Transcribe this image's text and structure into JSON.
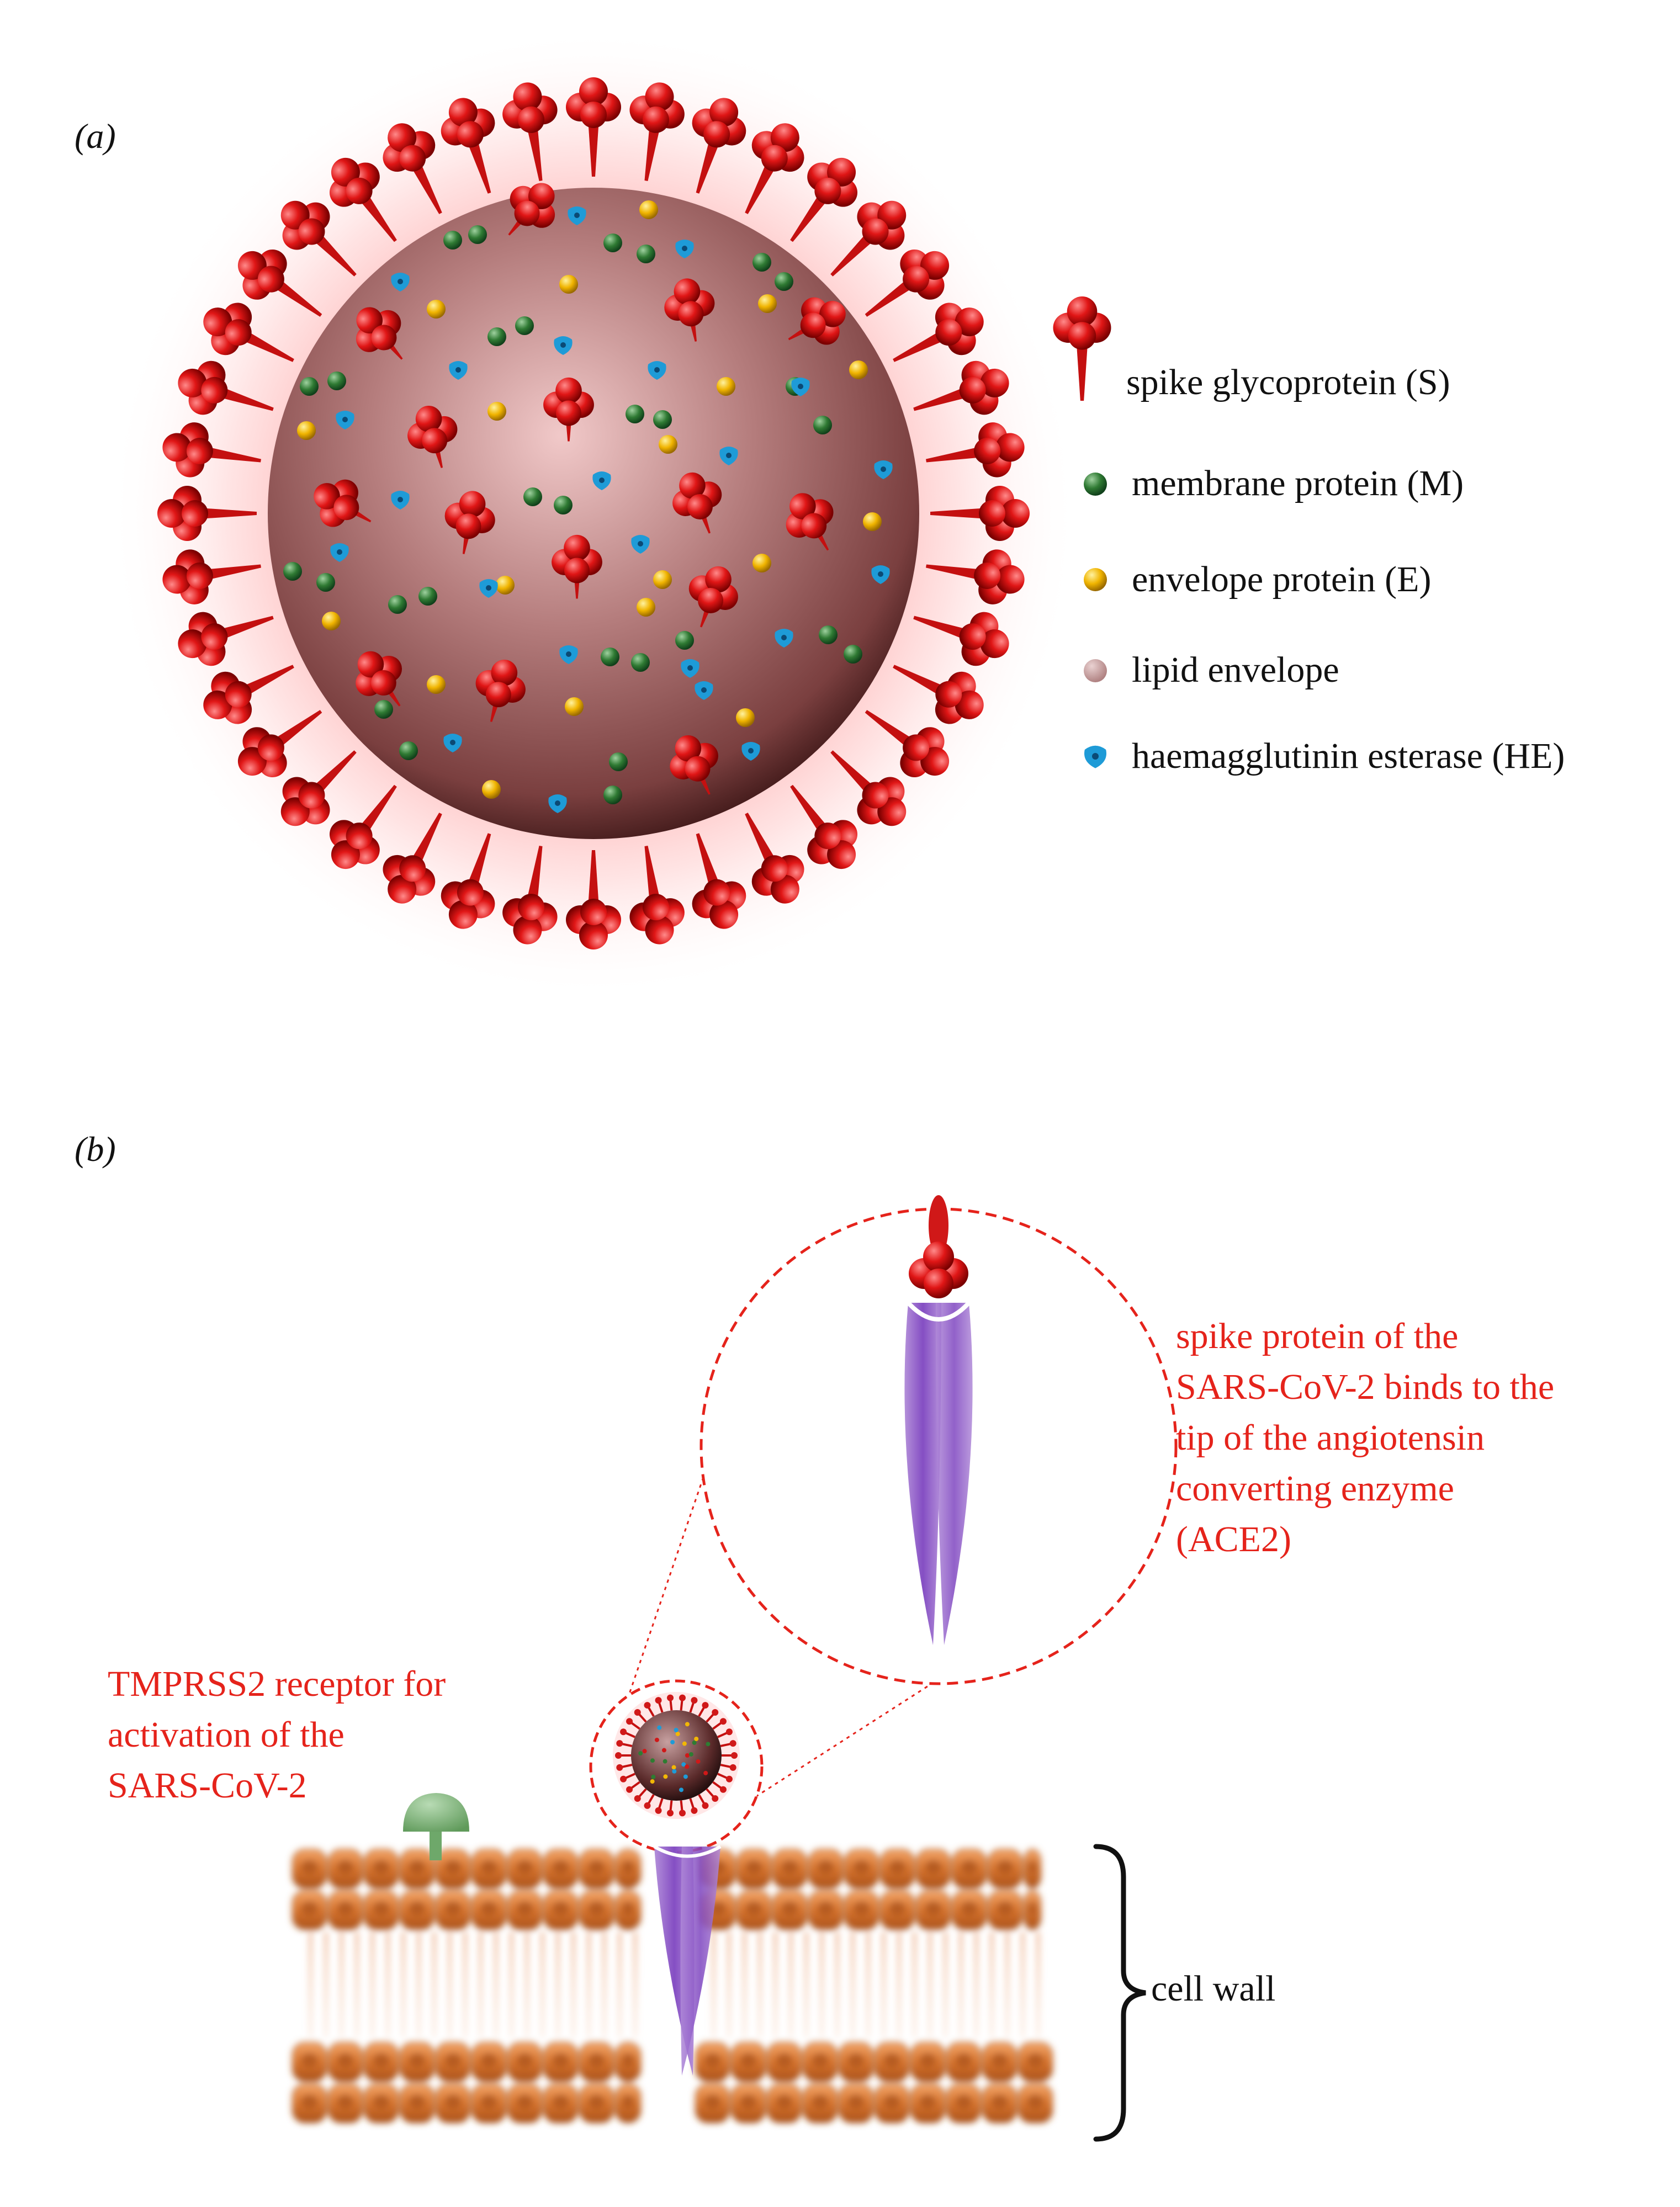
{
  "panel_a": {
    "label": "(a)",
    "legend": [
      {
        "label": "spike glycoprotein (S)",
        "icon": "spike-icon",
        "color": "#d01818"
      },
      {
        "label": "membrane protein (M)",
        "icon": "green-sphere-icon",
        "color": "#2e7d32"
      },
      {
        "label": "envelope protein (E)",
        "icon": "yellow-sphere-icon",
        "color": "#f2b705"
      },
      {
        "label": "lipid envelope",
        "icon": "pink-sphere-icon",
        "color": "#c79a9a"
      },
      {
        "label": "haemagglutinin esterase (HE)",
        "icon": "blue-shape-icon",
        "color": "#1e9bd7"
      }
    ]
  },
  "panel_b": {
    "label": "(b)",
    "spike_binding_note": [
      "spike protein of the",
      "SARS-CoV-2 binds to the",
      "tip of the angiotensin",
      "converting enzyme",
      "(ACE2)"
    ],
    "tmprss2_note": [
      "TMPRSS2 receptor for",
      "activation of the",
      "SARS-CoV-2"
    ],
    "cell_wall_label": "cell wall"
  },
  "colors": {
    "spike": "#d01818",
    "envelope_body": "#a86a6a",
    "halo": "#ff9a9a",
    "annotation_red": "#e5231b",
    "membrane_orange": "#d97a3a",
    "ace2_purple": "#8e55c8",
    "tmprss2_green": "#6ea86a"
  }
}
